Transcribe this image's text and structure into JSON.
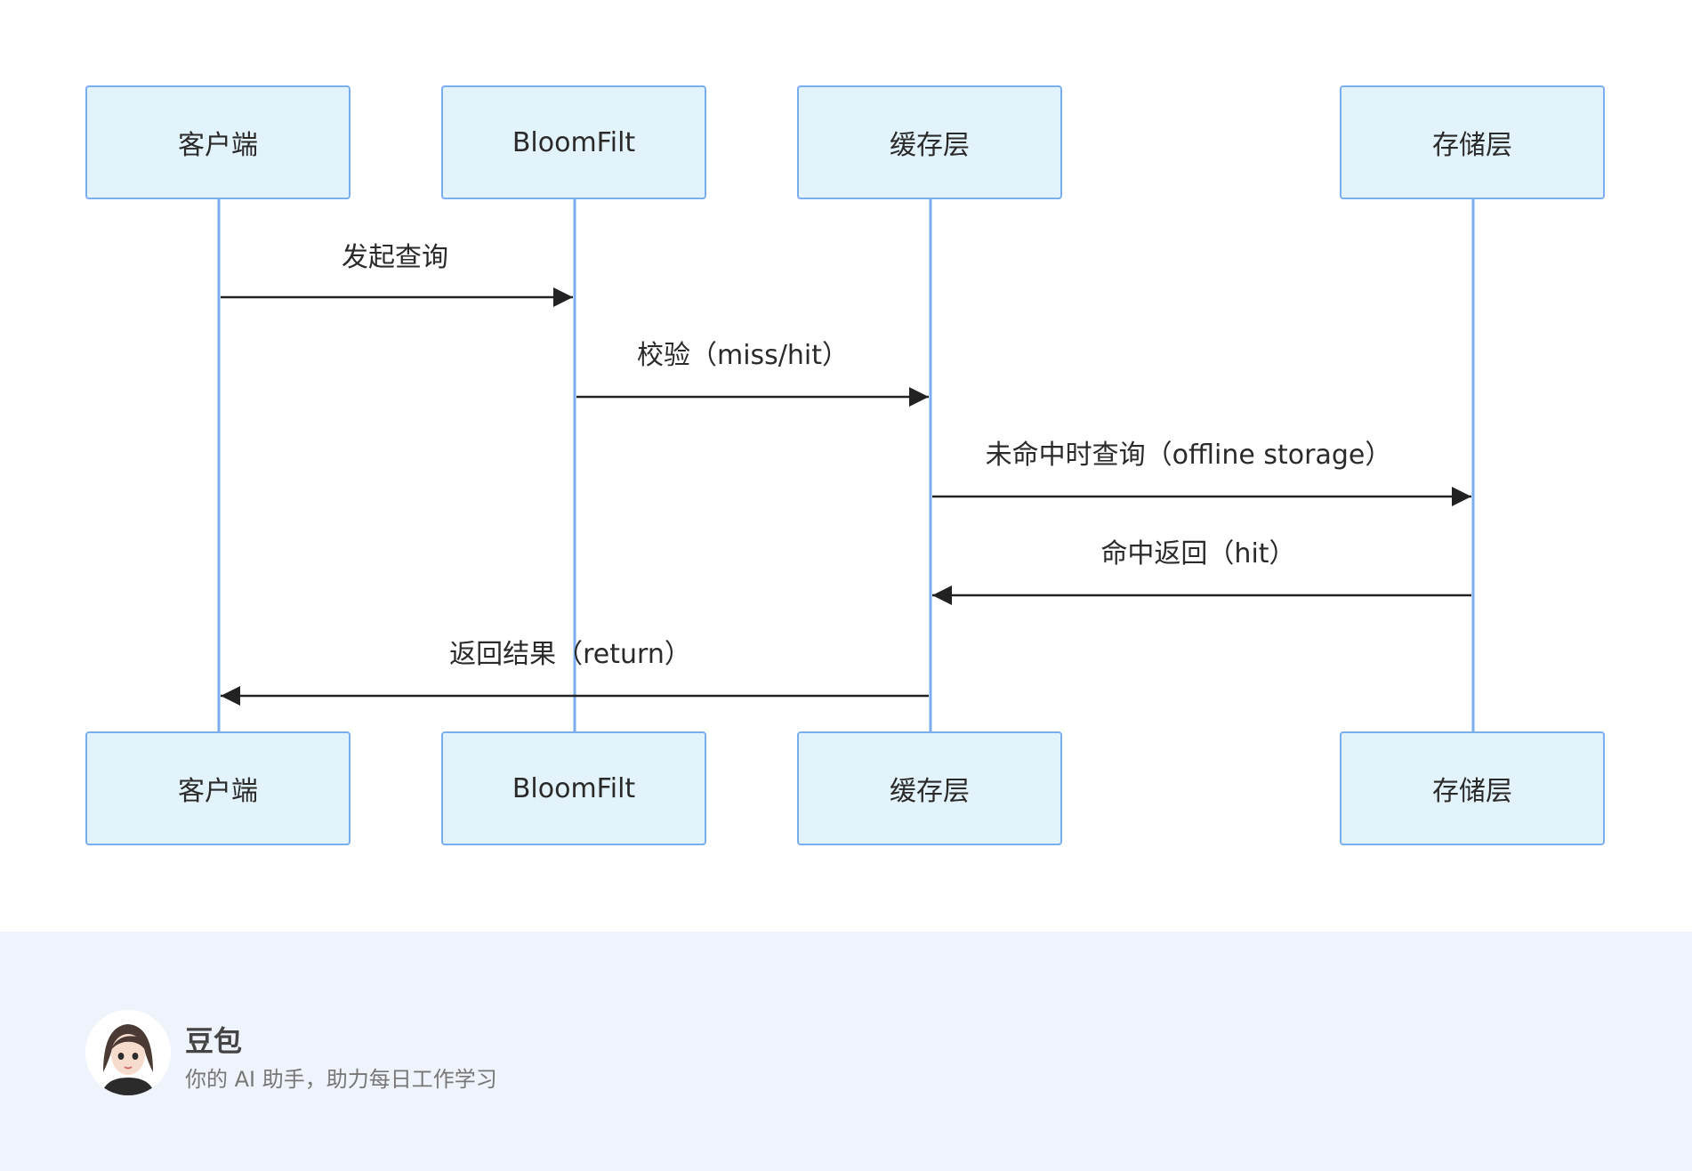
{
  "participants": [
    {
      "id": "client",
      "label": "客户端"
    },
    {
      "id": "bloom",
      "label": "BloomFilt"
    },
    {
      "id": "cache",
      "label": "缓存层"
    },
    {
      "id": "storage",
      "label": "存储层"
    }
  ],
  "messages": [
    {
      "from": 0,
      "to": 1,
      "label": "发起查询"
    },
    {
      "from": 1,
      "to": 2,
      "label": "校验（miss/hit）"
    },
    {
      "from": 2,
      "to": 3,
      "label": "未命中时查询（offline storage）"
    },
    {
      "from": 3,
      "to": 2,
      "label": "命中返回（hit）"
    },
    {
      "from": 2,
      "to": 0,
      "label": "返回结果（return）"
    }
  ],
  "colors": {
    "actor_fill": "#e3f3fb",
    "actor_border": "#7aaef0",
    "lifeline": "#7aaef0",
    "arrow": "#222222",
    "footer_bg": "#eff3fb"
  },
  "footer": {
    "avatar_icon": "avatar-icon",
    "name": "豆包",
    "tagline": "你的 AI 助手，助力每日工作学习"
  }
}
